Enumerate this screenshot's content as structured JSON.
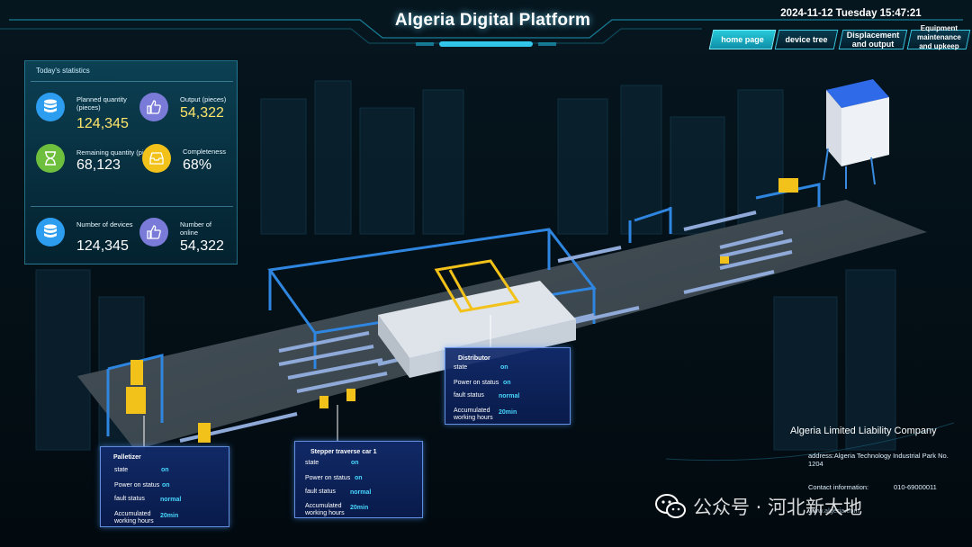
{
  "header": {
    "title": "Algeria Digital Platform",
    "datetime": "2024-11-12 Tuesday 15:47:21",
    "nav": [
      {
        "label": "home page",
        "active": true
      },
      {
        "label": "device tree",
        "active": false
      },
      {
        "label": "Displacement and output",
        "active": false
      },
      {
        "label": "Equipment maintenance and upkeep",
        "active": false
      }
    ]
  },
  "stats": {
    "title": "Today's statistics",
    "planned": {
      "label": "Planned quantity (pieces)",
      "value": "124,345"
    },
    "output": {
      "label": "Output (pieces)",
      "value": "54,322"
    },
    "remaining": {
      "label": "Remaining quantity (pieces)",
      "value": "68,123"
    },
    "completeness": {
      "label": "Completeness",
      "value": "68%"
    },
    "devices": {
      "label": "Number of devices",
      "value": "124,345"
    },
    "online": {
      "label": "Number of online",
      "value": "54,322"
    }
  },
  "popups": {
    "distributor": {
      "title": "Distributor",
      "state_label": "state",
      "state_value": "on",
      "power_label": "Power on status",
      "power_value": "on",
      "fault_label": "fault status",
      "fault_value": "normal",
      "hours_label": "Accumulated working hours",
      "hours_value": "20min"
    },
    "palletizer": {
      "title": "Palletizer",
      "state_label": "state",
      "state_value": "on",
      "power_label": "Power on status",
      "power_value": "on",
      "fault_label": "fault status",
      "fault_value": "normal",
      "hours_label": "Accumulated working hours",
      "hours_value": "20min"
    },
    "stepper": {
      "title": "Stepper traverse car 1",
      "state_label": "state",
      "state_value": "on",
      "power_label": "Power on status",
      "power_value": "on",
      "fault_label": "fault status",
      "fault_value": "normal",
      "hours_label": "Accumulated working hours",
      "hours_value": "20min"
    }
  },
  "company": {
    "name": "Algeria Limited Liability Company",
    "address": "address:Algeria Technology Industrial Park No. 1204",
    "contact_label": "Contact information:",
    "contact_value": "010-69000011",
    "website": "www.algeria.com"
  },
  "watermark": "公众号 · 河北新大地",
  "colors": {
    "accent": "#2fd0e6",
    "floor": "#3b4a55",
    "steel": "#2f86e0",
    "machine_yellow": "#f2c21a",
    "popup_bg": "#122c6e"
  },
  "icons": {
    "planned": "database-icon",
    "output": "thumbs-up-icon",
    "remaining": "hourglass-icon",
    "completeness": "inbox-icon",
    "devices": "database-icon",
    "online": "thumbs-up-icon"
  }
}
